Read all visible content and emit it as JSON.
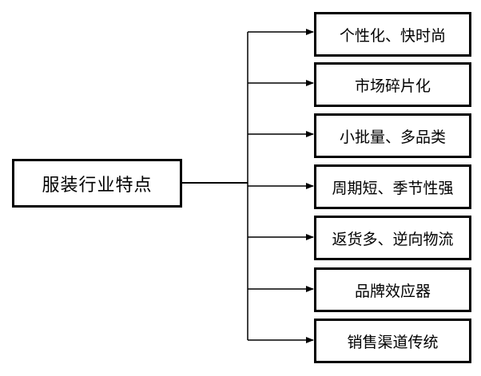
{
  "diagram": {
    "root": {
      "label": "服装行业特点"
    },
    "items": [
      {
        "label": "个性化、快时尚"
      },
      {
        "label": "市场碎片化"
      },
      {
        "label": "小批量、多品类"
      },
      {
        "label": "周期短、季节性强"
      },
      {
        "label": "返货多、逆向物流"
      },
      {
        "label": "品牌效应器"
      },
      {
        "label": "销售渠道传统"
      }
    ]
  }
}
